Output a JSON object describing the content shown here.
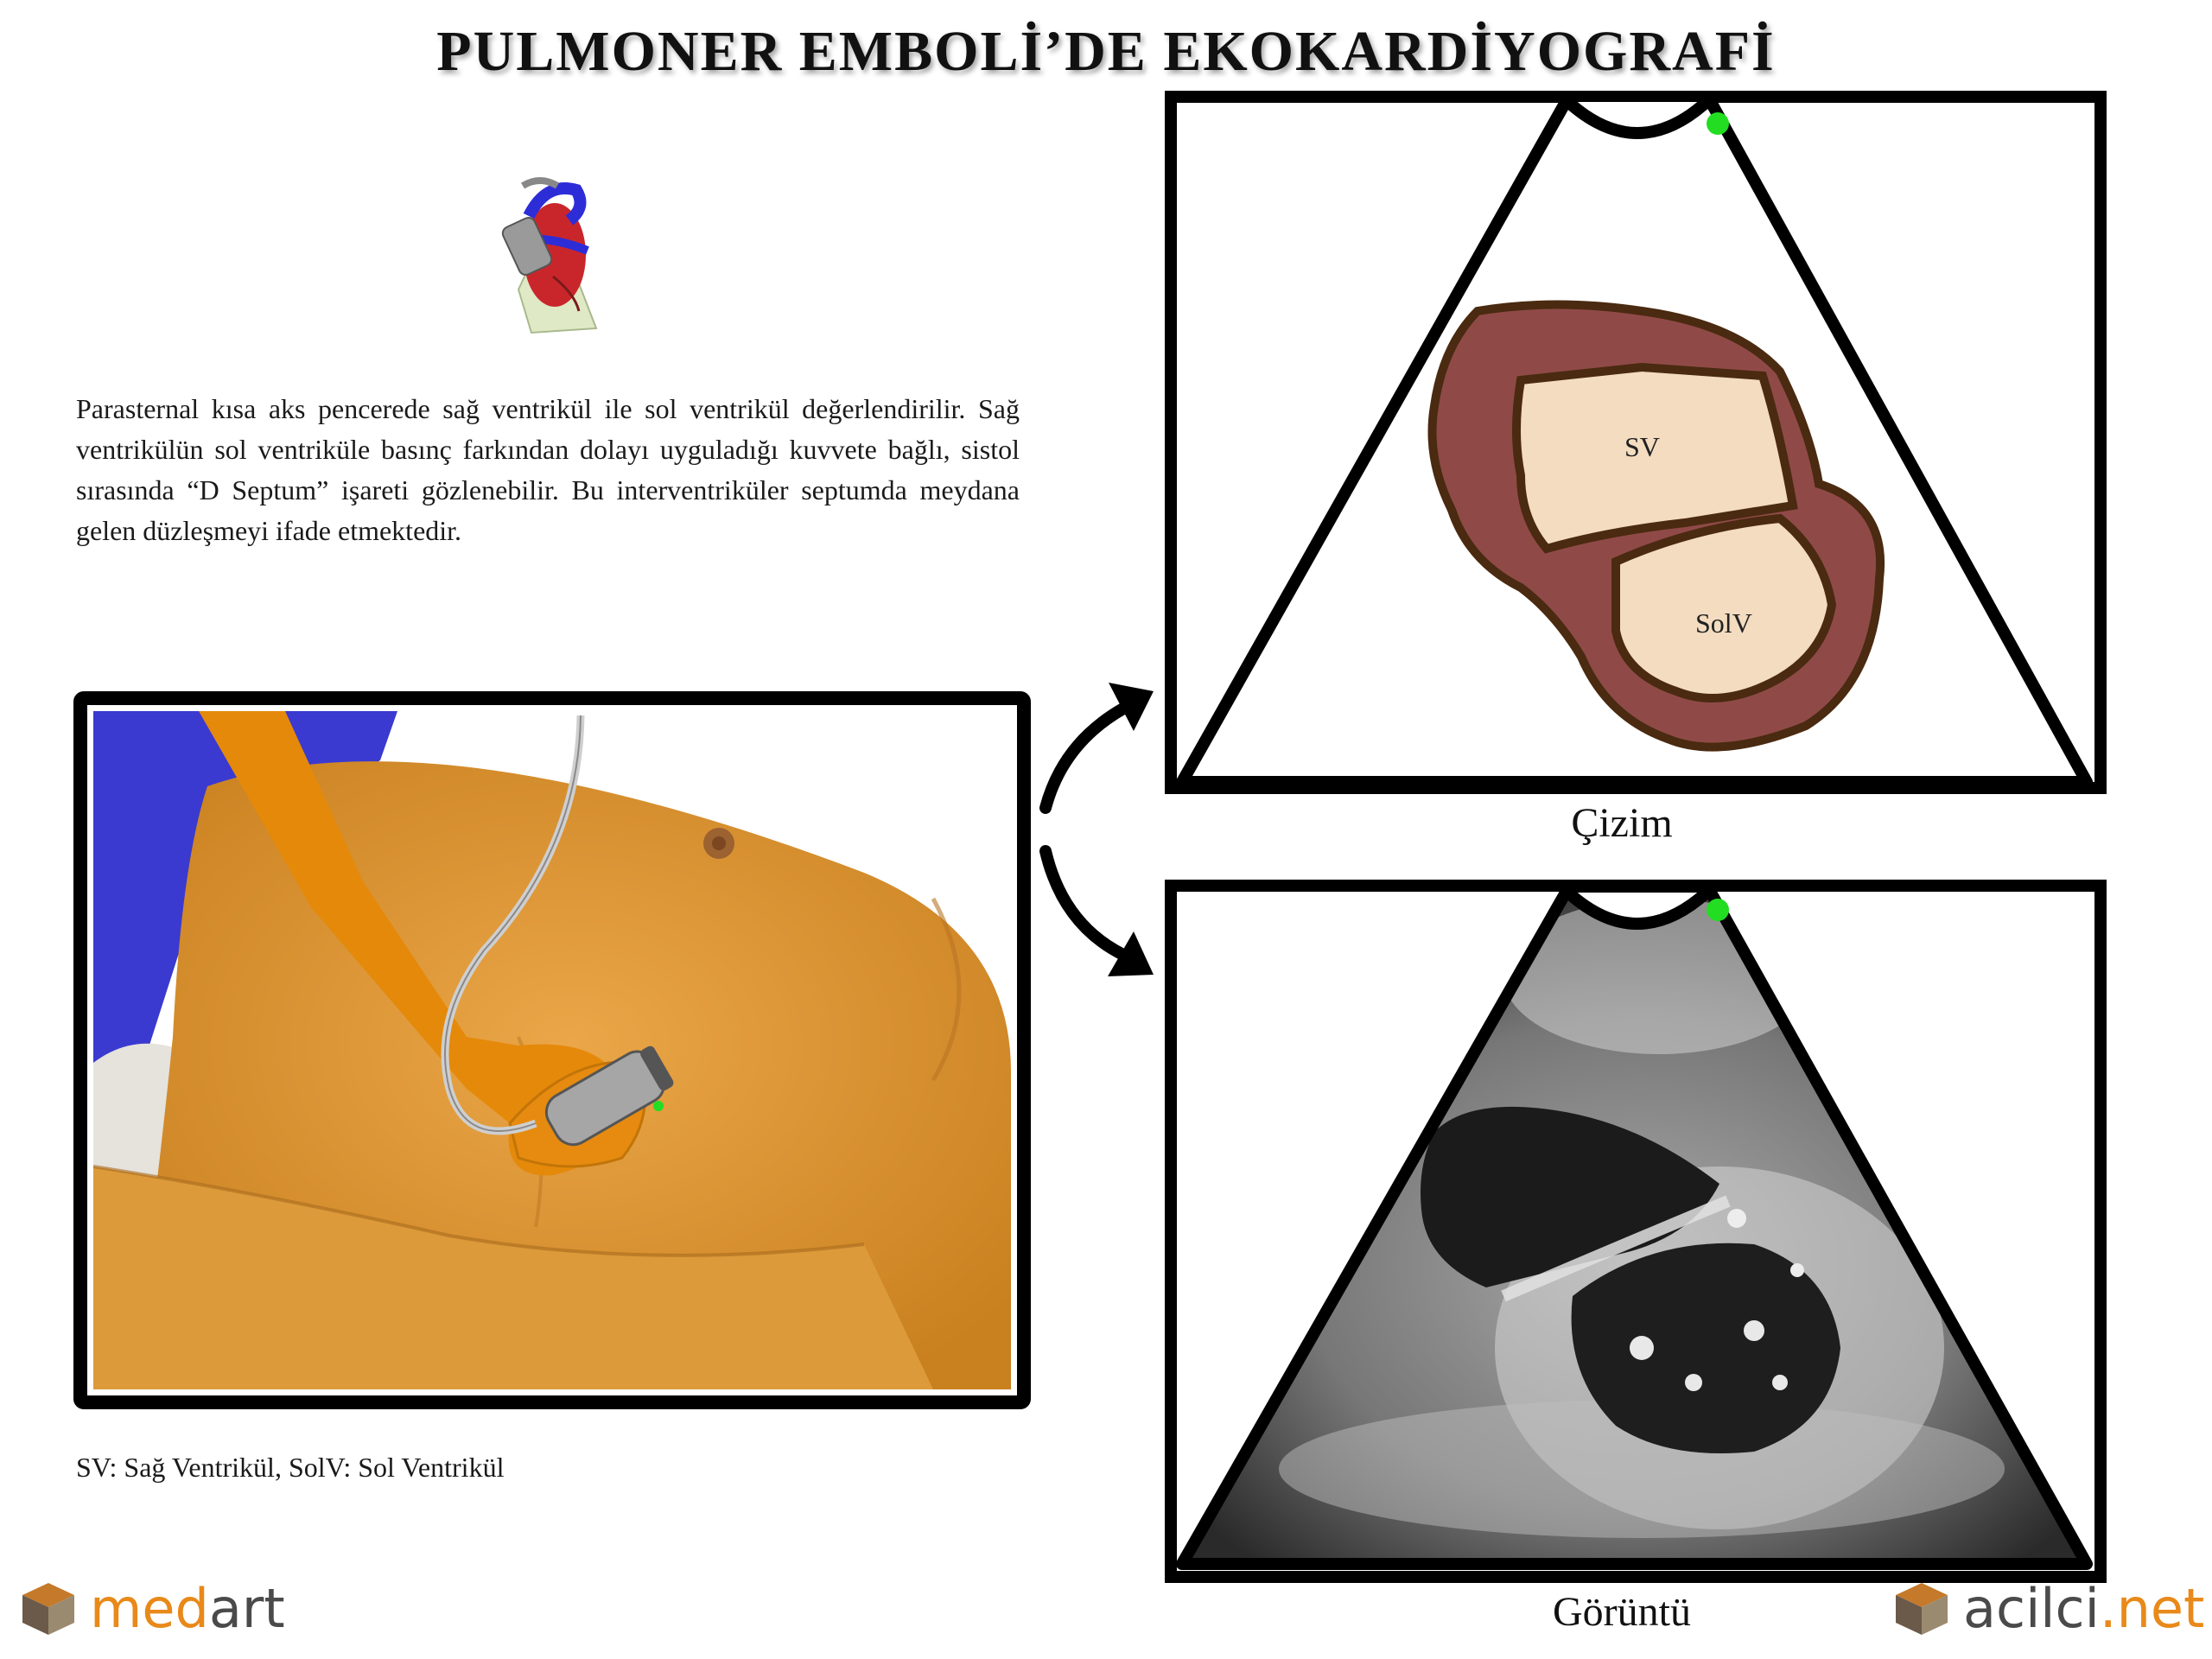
{
  "title": "PULMONER EMBOLİ’DE EKOKARDİYOGRAFİ",
  "description": "Parasternal kısa aks pencerede sağ ventrikül ile sol ventrikül değerlendirilir. Sağ ventrikülün sol ventriküle basınç farkından dolayı uyguladığı kuvvete bağlı, sistol sırasında “D Septum” işareti gözlenebilir. Bu interventriküler septumda meydana gelen düzleşmeyi ifade etmektedir.",
  "legend": "SV: Sağ Ventrikül, SolV: Sol Ventrikül",
  "drawing": {
    "sv_label": "SV",
    "solv_label": "SolV",
    "caption": "Çizim"
  },
  "echo": {
    "caption": "Görüntü"
  },
  "logos": {
    "left": {
      "part1": "med",
      "part2": "art"
    },
    "right": {
      "part1": "acilci",
      "part2": ".net"
    }
  },
  "colors": {
    "myocardium": "#8f4a48",
    "chamber": "#f3dcc0",
    "outline": "#4a2a10",
    "marker": "#22dd22",
    "skin": "#e0952e",
    "arm": "#e5890a",
    "sleeve": "#3a3ad0",
    "logo_orange": "#e8891a",
    "logo_gray": "#4a4a4a"
  },
  "icons": [
    "heart-orientation-icon",
    "probe-marker-icon",
    "curved-arrow-icon",
    "cube-logo-icon"
  ]
}
